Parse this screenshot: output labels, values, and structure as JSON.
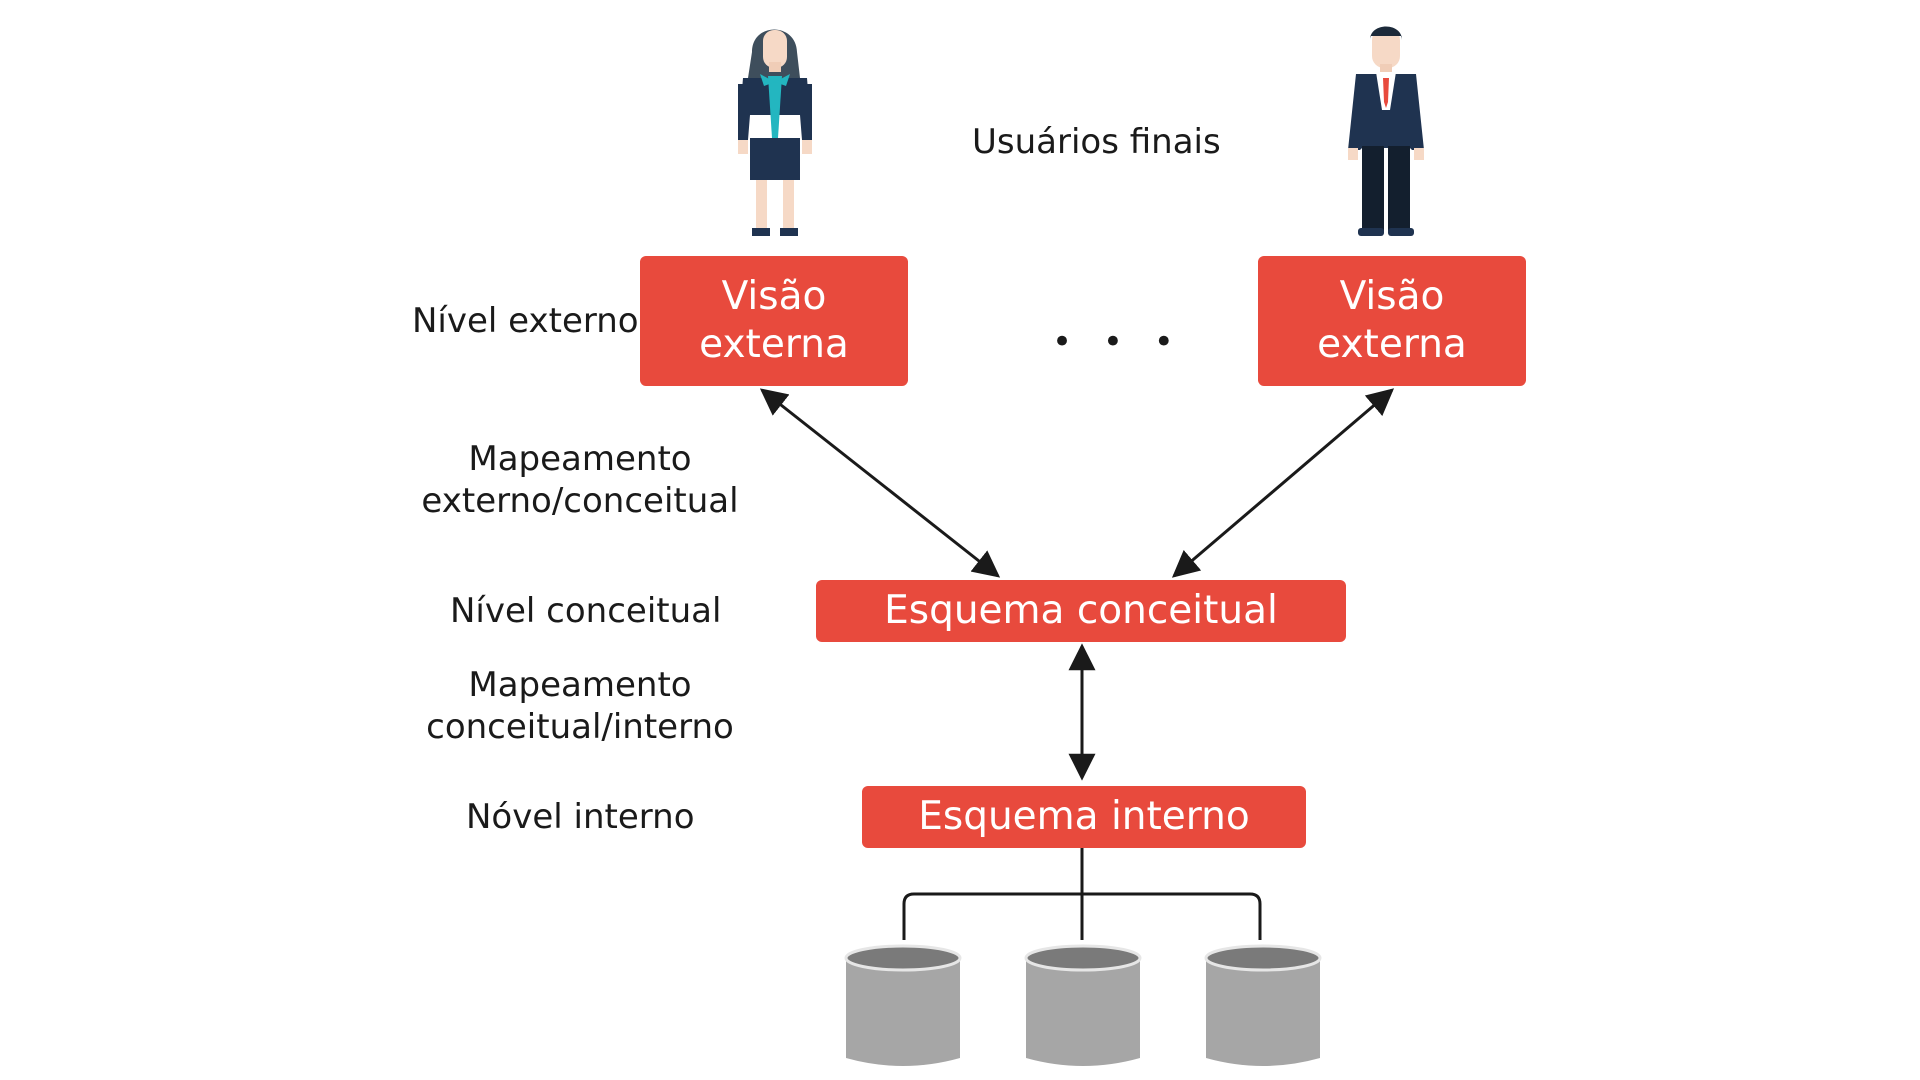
{
  "labels": {
    "end_users": "Usuários finais",
    "external_level": "Nível externo",
    "mapping_ext_conc_line1": "Mapeamento",
    "mapping_ext_conc_line2": "externo/conceitual",
    "conceptual_level": "Nível conceitual",
    "mapping_conc_int_line1": "Mapeamento",
    "mapping_conc_int_line2": "conceitual/interno",
    "internal_level": "Nóvel interno"
  },
  "boxes": {
    "external_view_left": {
      "line1": "Visão",
      "line2": "externa"
    },
    "external_view_right": {
      "line1": "Visão",
      "line2": "externa"
    },
    "conceptual_schema": "Esquema conceitual",
    "internal_schema": "Esquema interno"
  },
  "ellipsis": "• • •",
  "colors": {
    "box_fill": "#e84a3d",
    "box_text": "#ffffff",
    "arrow": "#1a1a1a",
    "database": "#a6a6a6",
    "database_top": "#7a7a7a",
    "suit": "#1f3350"
  },
  "icons": [
    "woman-user-icon",
    "man-user-icon",
    "database-icon",
    "database-icon",
    "database-icon"
  ]
}
